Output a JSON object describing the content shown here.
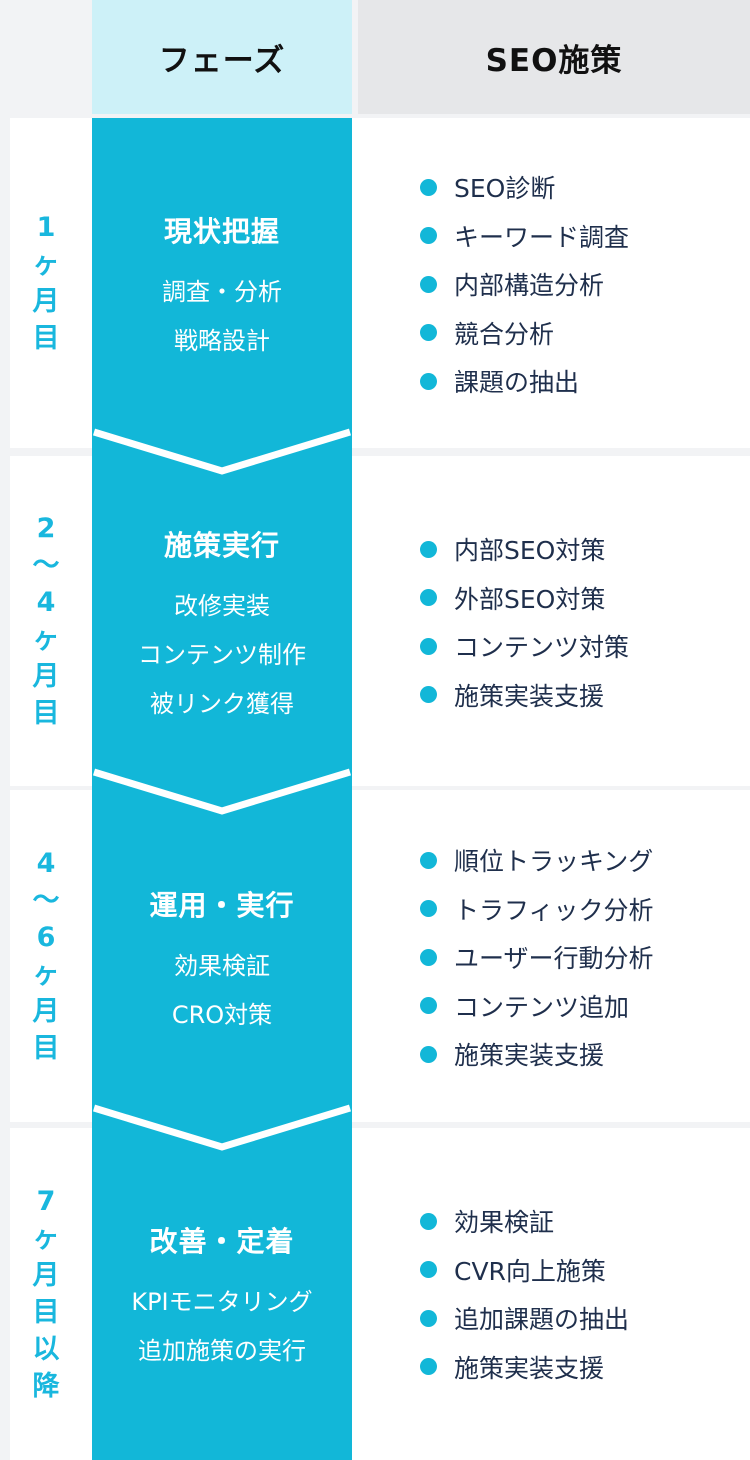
{
  "header": {
    "phase": "フェーズ",
    "seo": "SEO施策"
  },
  "colors": {
    "accent": "#12b7d8",
    "header_phase_bg": "#cdf1f8",
    "header_seo_bg": "#e6e7e9",
    "month_text": "#19b7de"
  },
  "rows": [
    {
      "month": [
        "1",
        "ヶ",
        "月",
        "目"
      ],
      "phase_title": "現状把握",
      "phase_lines": [
        "調査・分析",
        "戦略設計"
      ],
      "seo_items": [
        "SEO診断",
        "キーワード調査",
        "内部構造分析",
        "競合分析",
        "課題の抽出"
      ]
    },
    {
      "month": [
        "2",
        "〜",
        "4",
        "ヶ",
        "月",
        "目"
      ],
      "phase_title": "施策実行",
      "phase_lines": [
        "改修実装",
        "コンテンツ制作",
        "被リンク獲得"
      ],
      "seo_items": [
        "内部SEO対策",
        "外部SEO対策",
        "コンテンツ対策",
        "施策実装支援"
      ]
    },
    {
      "month": [
        "4",
        "〜",
        "6",
        "ヶ",
        "月",
        "目"
      ],
      "phase_title": "運用・実行",
      "phase_lines": [
        "効果検証",
        "CRO対策"
      ],
      "seo_items": [
        "順位トラッキング",
        "トラフィック分析",
        "ユーザー行動分析",
        "コンテンツ追加",
        "施策実装支援"
      ]
    },
    {
      "month": [
        "7",
        "ヶ",
        "月",
        "目",
        "以",
        "降"
      ],
      "phase_title": "改善・定着",
      "phase_lines": [
        "KPIモニタリング",
        "追加施策の実行"
      ],
      "seo_items": [
        "効果検証",
        "CVR向上施策",
        "追加課題の抽出",
        "施策実装支援"
      ]
    }
  ]
}
